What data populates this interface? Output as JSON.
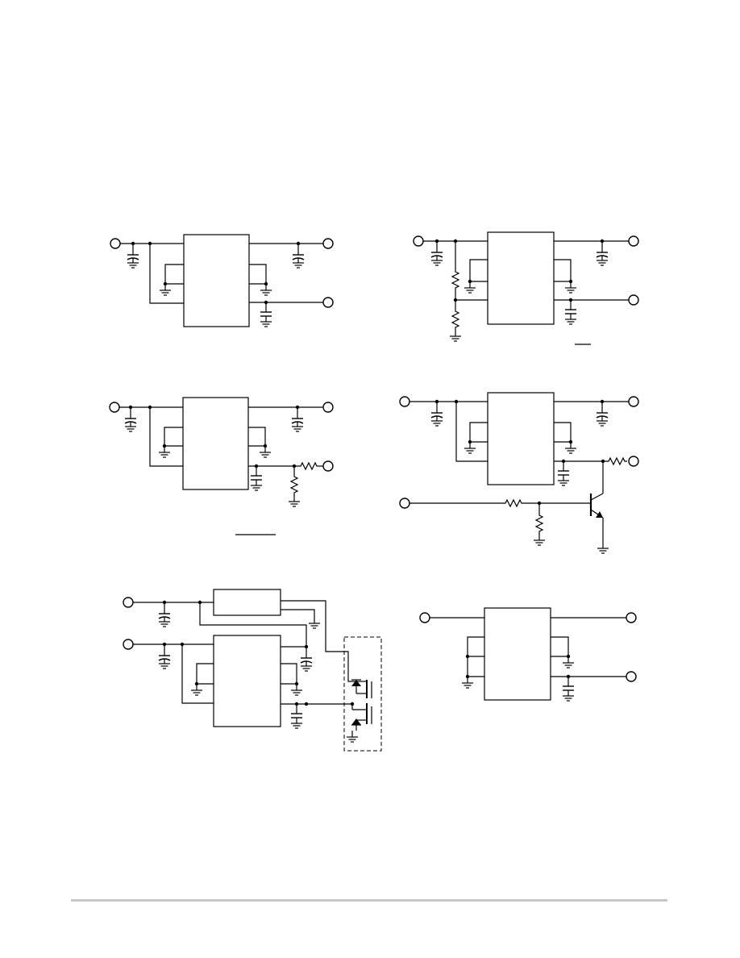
{
  "page": {
    "description_text": "",
    "footer": ""
  },
  "diagrams": [
    {
      "id": "schematic-1"
    },
    {
      "id": "schematic-2"
    },
    {
      "id": "schematic-3"
    },
    {
      "id": "schematic-4"
    },
    {
      "id": "schematic-5"
    },
    {
      "id": "schematic-6"
    }
  ]
}
